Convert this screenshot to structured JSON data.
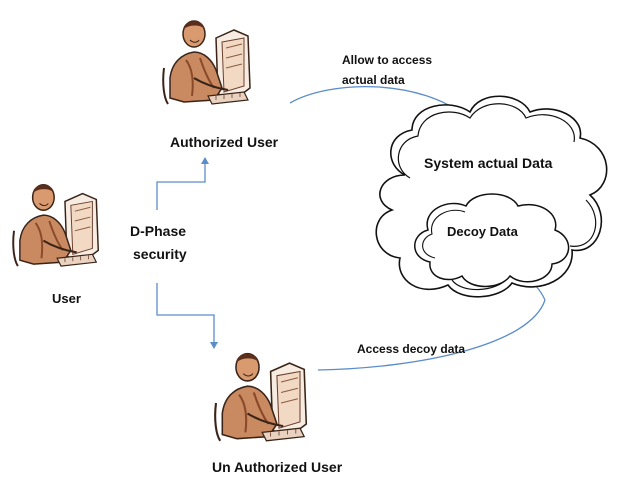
{
  "diagram": {
    "labels": {
      "user": "User",
      "authorized_user": "Authorized User",
      "unauthorized_user": "Un Authorized User",
      "dphase_line1": "D-Phase",
      "dphase_line2": "security",
      "allow_line1": "Allow to access",
      "allow_line2": "actual data",
      "system_data": "System actual Data",
      "decoy_data": "Decoy Data",
      "access_decoy": "Access decoy data"
    },
    "colors": {
      "arrow": "#5b8dc9",
      "cloud_outline": "#111111",
      "skin": "#c98a62",
      "skin_dark": "#8a4a2a",
      "monitor": "#f7ece2"
    },
    "icons": {
      "person": "person-at-computer-icon",
      "cloud": "cloud-icon"
    }
  }
}
